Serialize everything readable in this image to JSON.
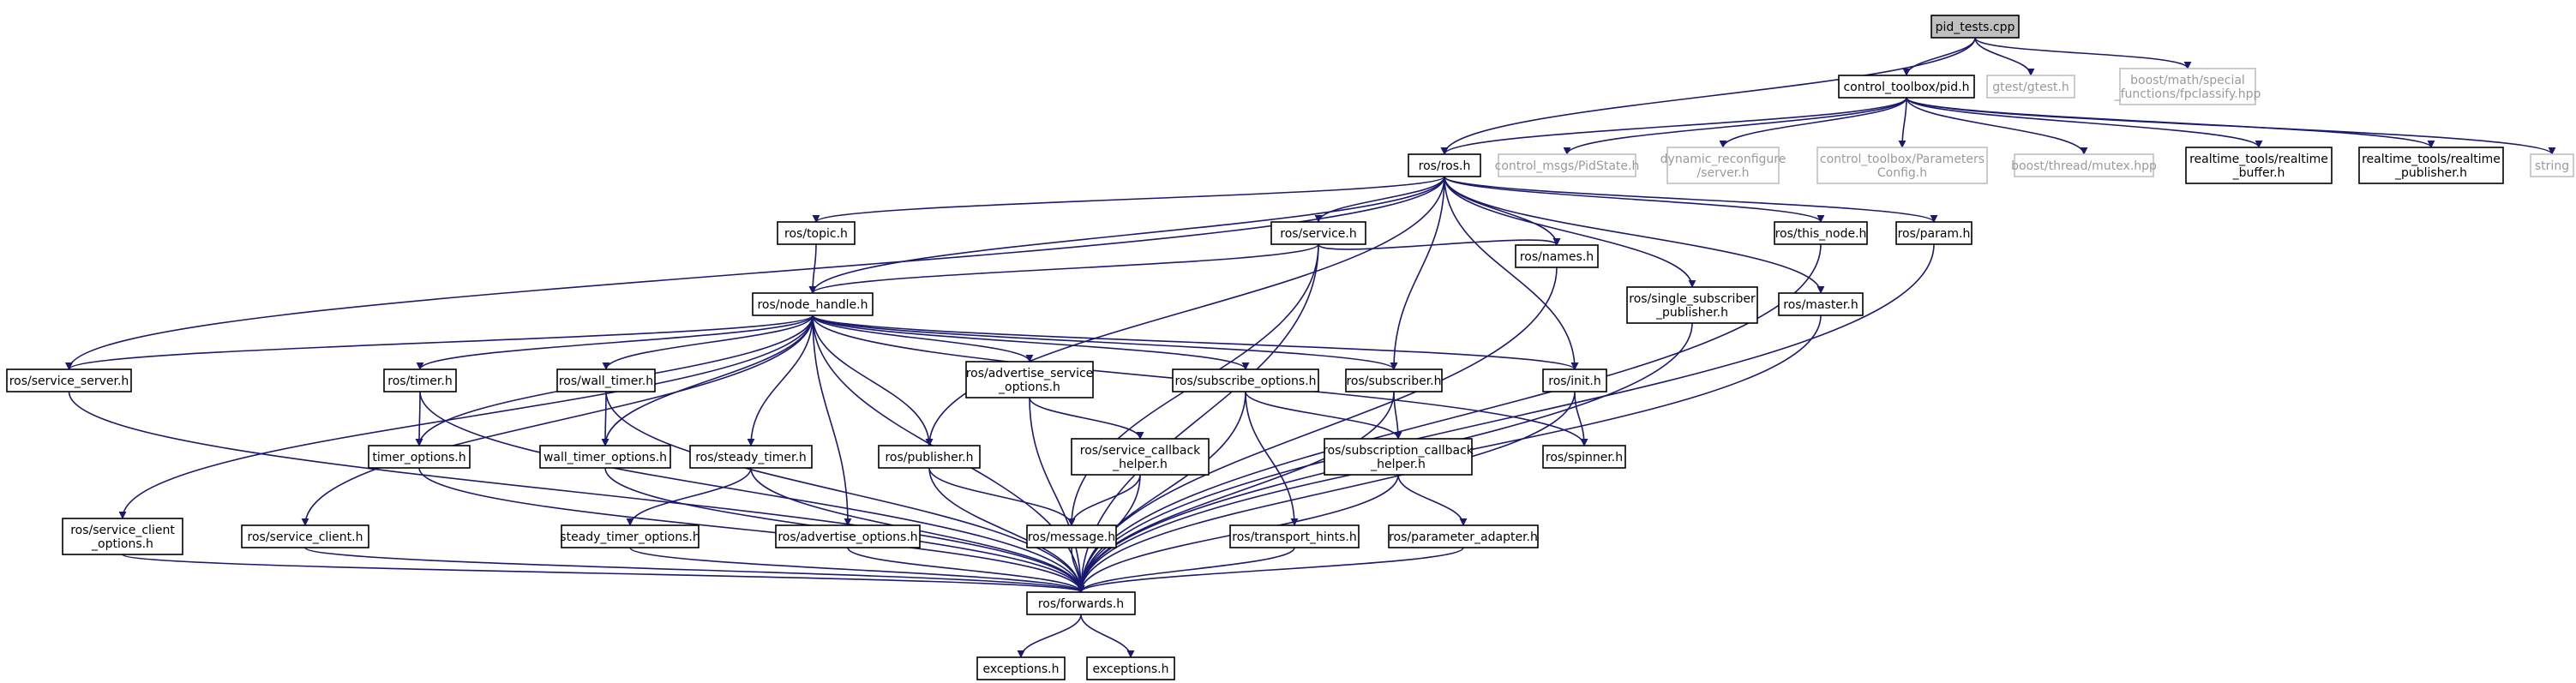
{
  "colors": {
    "edge": "#191970",
    "node_border": "#000000",
    "external_border": "#bfbfbf",
    "root_fill": "#bfbfbf"
  },
  "nodes": [
    {
      "id": "pid_tests",
      "lines": [
        "pid_tests.cpp"
      ],
      "kind": "root"
    },
    {
      "id": "ctb_pid",
      "lines": [
        "control_toolbox/pid.h"
      ],
      "kind": "internal"
    },
    {
      "id": "gtest",
      "lines": [
        "gtest/gtest.h"
      ],
      "kind": "external"
    },
    {
      "id": "boost_fpclassify",
      "lines": [
        "boost/math/special",
        "_functions/fpclassify.hpp"
      ],
      "kind": "external"
    },
    {
      "id": "ros_ros",
      "lines": [
        "ros/ros.h"
      ],
      "kind": "internal"
    },
    {
      "id": "pidstate",
      "lines": [
        "control_msgs/PidState.h"
      ],
      "kind": "external"
    },
    {
      "id": "dynreconf",
      "lines": [
        "dynamic_reconfigure",
        "/server.h"
      ],
      "kind": "external"
    },
    {
      "id": "paramconfig",
      "lines": [
        "control_toolbox/Parameters",
        "Config.h"
      ],
      "kind": "external"
    },
    {
      "id": "boost_mutex",
      "lines": [
        "boost/thread/mutex.hpp"
      ],
      "kind": "external"
    },
    {
      "id": "rt_buffer",
      "lines": [
        "realtime_tools/realtime",
        "_buffer.h"
      ],
      "kind": "internal"
    },
    {
      "id": "rt_publisher",
      "lines": [
        "realtime_tools/realtime",
        "_publisher.h"
      ],
      "kind": "internal"
    },
    {
      "id": "string",
      "lines": [
        "string"
      ],
      "kind": "external"
    },
    {
      "id": "topic",
      "lines": [
        "ros/topic.h"
      ],
      "kind": "internal"
    },
    {
      "id": "service",
      "lines": [
        "ros/service.h"
      ],
      "kind": "internal"
    },
    {
      "id": "this_node",
      "lines": [
        "ros/this_node.h"
      ],
      "kind": "internal"
    },
    {
      "id": "param",
      "lines": [
        "ros/param.h"
      ],
      "kind": "internal"
    },
    {
      "id": "node_handle",
      "lines": [
        "ros/node_handle.h"
      ],
      "kind": "internal"
    },
    {
      "id": "names",
      "lines": [
        "ros/names.h"
      ],
      "kind": "internal"
    },
    {
      "id": "single_sub_pub",
      "lines": [
        "ros/single_subscriber",
        "_publisher.h"
      ],
      "kind": "internal"
    },
    {
      "id": "master",
      "lines": [
        "ros/master.h"
      ],
      "kind": "internal"
    },
    {
      "id": "service_server",
      "lines": [
        "ros/service_server.h"
      ],
      "kind": "internal"
    },
    {
      "id": "timer",
      "lines": [
        "ros/timer.h"
      ],
      "kind": "internal"
    },
    {
      "id": "wall_timer",
      "lines": [
        "ros/wall_timer.h"
      ],
      "kind": "internal"
    },
    {
      "id": "adv_srv_opts",
      "lines": [
        "ros/advertise_service",
        "_options.h"
      ],
      "kind": "internal"
    },
    {
      "id": "sub_opts",
      "lines": [
        "ros/subscribe_options.h"
      ],
      "kind": "internal"
    },
    {
      "id": "subscriber",
      "lines": [
        "ros/subscriber.h"
      ],
      "kind": "internal"
    },
    {
      "id": "init",
      "lines": [
        "ros/init.h"
      ],
      "kind": "internal"
    },
    {
      "id": "timer_opts",
      "lines": [
        "timer_options.h"
      ],
      "kind": "internal"
    },
    {
      "id": "wall_timer_opts",
      "lines": [
        "wall_timer_options.h"
      ],
      "kind": "internal"
    },
    {
      "id": "steady_timer",
      "lines": [
        "ros/steady_timer.h"
      ],
      "kind": "internal"
    },
    {
      "id": "publisher",
      "lines": [
        "ros/publisher.h"
      ],
      "kind": "internal"
    },
    {
      "id": "srv_cb_helper",
      "lines": [
        "ros/service_callback",
        "_helper.h"
      ],
      "kind": "internal"
    },
    {
      "id": "sub_cb_helper",
      "lines": [
        "ros/subscription_callback",
        "_helper.h"
      ],
      "kind": "internal"
    },
    {
      "id": "spinner",
      "lines": [
        "ros/spinner.h"
      ],
      "kind": "internal"
    },
    {
      "id": "srv_client_opts",
      "lines": [
        "ros/service_client",
        "_options.h"
      ],
      "kind": "internal"
    },
    {
      "id": "service_client",
      "lines": [
        "ros/service_client.h"
      ],
      "kind": "internal"
    },
    {
      "id": "steady_timer_opts",
      "lines": [
        "steady_timer_options.h"
      ],
      "kind": "internal"
    },
    {
      "id": "adv_opts",
      "lines": [
        "ros/advertise_options.h"
      ],
      "kind": "internal"
    },
    {
      "id": "message",
      "lines": [
        "ros/message.h"
      ],
      "kind": "internal"
    },
    {
      "id": "transport_hints",
      "lines": [
        "ros/transport_hints.h"
      ],
      "kind": "internal"
    },
    {
      "id": "param_adapter",
      "lines": [
        "ros/parameter_adapter.h"
      ],
      "kind": "internal"
    },
    {
      "id": "forwards",
      "lines": [
        "ros/forwards.h"
      ],
      "kind": "internal"
    },
    {
      "id": "exceptions1",
      "lines": [
        "exceptions.h"
      ],
      "kind": "internal"
    },
    {
      "id": "exceptions2",
      "lines": [
        "exceptions.h"
      ],
      "kind": "internal"
    }
  ],
  "edges": [
    [
      "pid_tests",
      "ctb_pid"
    ],
    [
      "pid_tests",
      "gtest"
    ],
    [
      "pid_tests",
      "boost_fpclassify"
    ],
    [
      "pid_tests",
      "ros_ros"
    ],
    [
      "ctb_pid",
      "ros_ros"
    ],
    [
      "ctb_pid",
      "pidstate"
    ],
    [
      "ctb_pid",
      "dynreconf"
    ],
    [
      "ctb_pid",
      "paramconfig"
    ],
    [
      "ctb_pid",
      "boost_mutex"
    ],
    [
      "ctb_pid",
      "rt_buffer"
    ],
    [
      "ctb_pid",
      "rt_publisher"
    ],
    [
      "ctb_pid",
      "string"
    ],
    [
      "ros_ros",
      "topic"
    ],
    [
      "ros_ros",
      "service"
    ],
    [
      "ros_ros",
      "this_node"
    ],
    [
      "ros_ros",
      "param"
    ],
    [
      "ros_ros",
      "node_handle"
    ],
    [
      "ros_ros",
      "names"
    ],
    [
      "ros_ros",
      "single_sub_pub"
    ],
    [
      "ros_ros",
      "master"
    ],
    [
      "ros_ros",
      "service_server"
    ],
    [
      "ros_ros",
      "publisher"
    ],
    [
      "ros_ros",
      "subscriber"
    ],
    [
      "ros_ros",
      "init"
    ],
    [
      "topic",
      "node_handle"
    ],
    [
      "service",
      "node_handle"
    ],
    [
      "service",
      "names"
    ],
    [
      "service",
      "message"
    ],
    [
      "service",
      "forwards"
    ],
    [
      "node_handle",
      "service_server"
    ],
    [
      "node_handle",
      "srv_client_opts"
    ],
    [
      "node_handle",
      "service_client"
    ],
    [
      "node_handle",
      "timer"
    ],
    [
      "node_handle",
      "timer_opts"
    ],
    [
      "node_handle",
      "wall_timer"
    ],
    [
      "node_handle",
      "wall_timer_opts"
    ],
    [
      "node_handle",
      "steady_timer"
    ],
    [
      "node_handle",
      "adv_opts"
    ],
    [
      "node_handle",
      "publisher"
    ],
    [
      "node_handle",
      "adv_srv_opts"
    ],
    [
      "node_handle",
      "sub_opts"
    ],
    [
      "node_handle",
      "subscriber"
    ],
    [
      "node_handle",
      "init"
    ],
    [
      "node_handle",
      "spinner"
    ],
    [
      "node_handle",
      "forwards"
    ],
    [
      "names",
      "forwards"
    ],
    [
      "single_sub_pub",
      "forwards"
    ],
    [
      "master",
      "forwards"
    ],
    [
      "this_node",
      "forwards"
    ],
    [
      "param",
      "forwards"
    ],
    [
      "service_server",
      "forwards"
    ],
    [
      "timer",
      "timer_opts"
    ],
    [
      "timer",
      "forwards"
    ],
    [
      "timer_opts",
      "forwards"
    ],
    [
      "wall_timer",
      "wall_timer_opts"
    ],
    [
      "wall_timer",
      "forwards"
    ],
    [
      "wall_timer_opts",
      "forwards"
    ],
    [
      "steady_timer",
      "steady_timer_opts"
    ],
    [
      "steady_timer",
      "forwards"
    ],
    [
      "steady_timer_opts",
      "forwards"
    ],
    [
      "srv_client_opts",
      "forwards"
    ],
    [
      "service_client",
      "forwards"
    ],
    [
      "adv_opts",
      "forwards"
    ],
    [
      "publisher",
      "message"
    ],
    [
      "publisher",
      "forwards"
    ],
    [
      "adv_srv_opts",
      "srv_cb_helper"
    ],
    [
      "adv_srv_opts",
      "forwards"
    ],
    [
      "srv_cb_helper",
      "message"
    ],
    [
      "srv_cb_helper",
      "forwards"
    ],
    [
      "sub_opts",
      "sub_cb_helper"
    ],
    [
      "sub_opts",
      "transport_hints"
    ],
    [
      "sub_opts",
      "forwards"
    ],
    [
      "subscriber",
      "sub_cb_helper"
    ],
    [
      "subscriber",
      "forwards"
    ],
    [
      "sub_cb_helper",
      "param_adapter"
    ],
    [
      "sub_cb_helper",
      "forwards"
    ],
    [
      "transport_hints",
      "forwards"
    ],
    [
      "param_adapter",
      "forwards"
    ],
    [
      "message",
      "forwards"
    ],
    [
      "init",
      "spinner"
    ],
    [
      "init",
      "forwards"
    ],
    [
      "forwards",
      "exceptions1"
    ],
    [
      "forwards",
      "exceptions2"
    ]
  ]
}
